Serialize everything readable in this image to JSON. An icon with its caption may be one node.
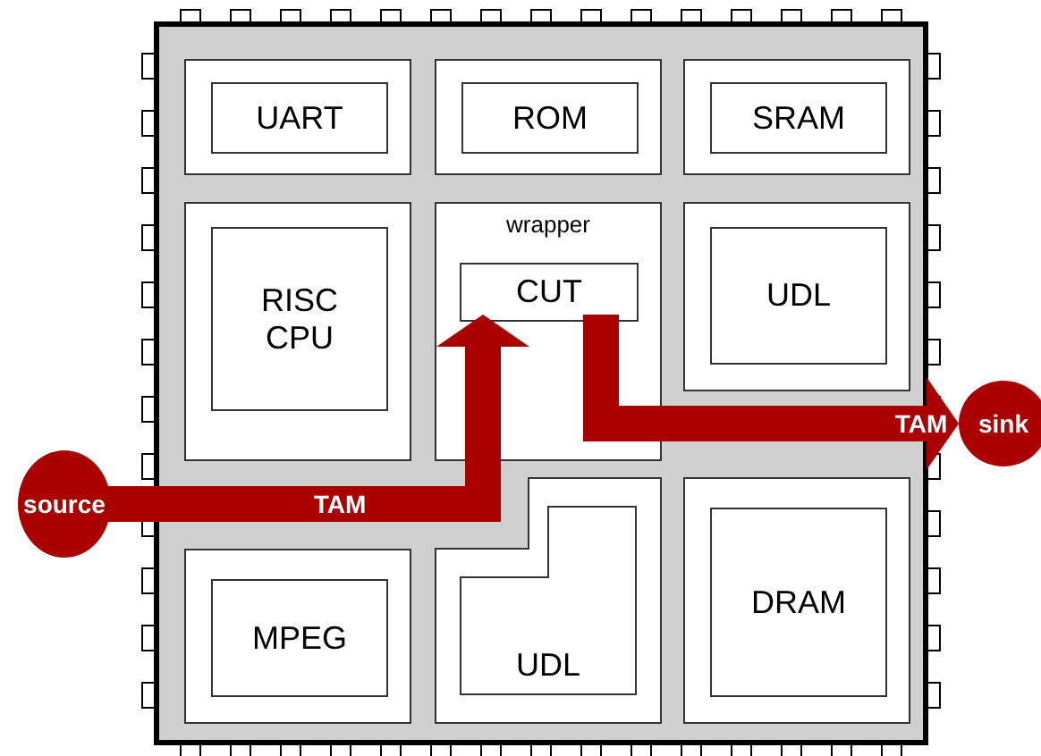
{
  "diagram": {
    "nodes": [
      {
        "text": [],
        "shape": "box"
      },
      {
        "text": [],
        "shape": "box",
        "in": 0
      },
      {
        "text": [
          "UART"
        ],
        "in": 1
      },
      {
        "text": [],
        "shape": "box",
        "in": 0
      },
      {
        "text": [
          "ROM"
        ],
        "in": 3
      },
      {
        "text": [],
        "shape": "box",
        "in": 0
      },
      {
        "text": [
          "SRAM"
        ],
        "in": 5
      },
      {
        "text": [],
        "shape": "box",
        "in": 0
      },
      {
        "text": [
          "RISC CPU"
        ],
        "in": 7
      },
      {
        "text": [
          "wrapper"
        ],
        "in": 0
      },
      {
        "text": [
          "CUT"
        ],
        "in": 9
      },
      {
        "text": [],
        "shape": "box",
        "in": 0
      },
      {
        "text": [
          "UDL"
        ],
        "in": 11
      },
      {
        "text": [],
        "shape": "box",
        "in": 0
      },
      {
        "text": [
          "MPEG"
        ],
        "in": 13
      },
      {
        "text": [],
        "shape": "box",
        "in": 0
      },
      {
        "text": [
          "UDL"
        ],
        "in": 15
      },
      {
        "text": [],
        "shape": "box",
        "in": 0
      },
      {
        "text": [
          "DRAM"
        ],
        "in": 17
      },
      {
        "text": [
          "source"
        ]
      },
      {
        "text": [
          "sink"
        ]
      }
    ],
    "edges": [
      {
        "from": 19,
        "to": 10,
        "arrow": "to",
        "label": "TAM"
      },
      {
        "from": 10,
        "to": 20,
        "arrow": "to",
        "label": "TAM"
      }
    ]
  }
}
